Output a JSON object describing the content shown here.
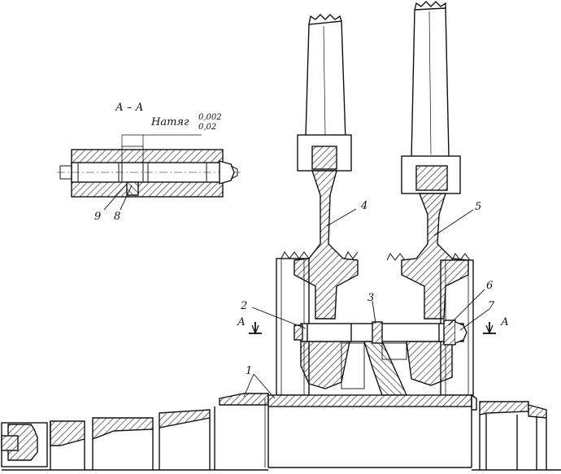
{
  "section": {
    "title": "А – А",
    "fit_label": "Натяг",
    "tol_upper": "0,002",
    "tol_lower": "0,02"
  },
  "callouts": {
    "c1": "1",
    "c2": "2",
    "c3": "3",
    "c4": "4",
    "c5": "5",
    "c6": "6",
    "c7": "7",
    "c8": "8",
    "c9": "9"
  },
  "section_marks": {
    "left": "А",
    "right": "А"
  }
}
